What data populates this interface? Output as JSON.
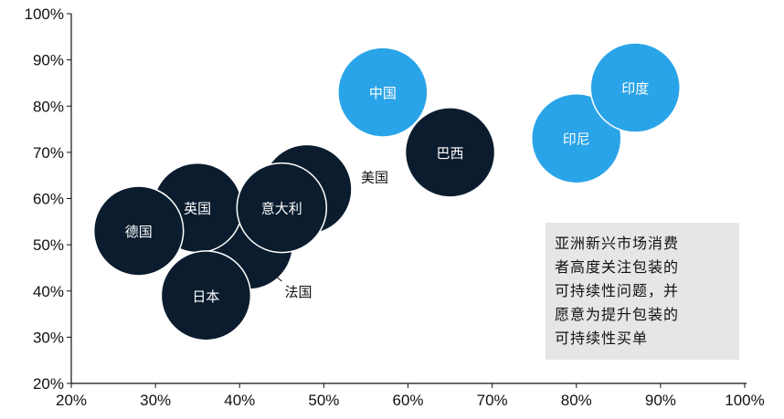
{
  "chart_data": {
    "type": "scatter",
    "xlim": [
      0.2,
      1.0
    ],
    "ylim": [
      0.2,
      1.0
    ],
    "x_ticks": [
      "20%",
      "30%",
      "40%",
      "50%",
      "60%",
      "70%",
      "80%",
      "90%",
      "100%"
    ],
    "y_ticks": [
      "20%",
      "30%",
      "40%",
      "50%",
      "60%",
      "70%",
      "80%",
      "90%",
      "100%"
    ],
    "grid": false,
    "points": [
      {
        "label": "美国",
        "x": 0.48,
        "y": 0.62,
        "color": "#0b1c2e",
        "label_position": "outside-right"
      },
      {
        "label": "法国",
        "x": 0.41,
        "y": 0.5,
        "color": "#0b1c2e",
        "label_position": "outside-below-right"
      },
      {
        "label": "英国",
        "x": 0.35,
        "y": 0.58,
        "color": "#0b1c2e",
        "label_position": "inside"
      },
      {
        "label": "德国",
        "x": 0.28,
        "y": 0.53,
        "color": "#0b1c2e",
        "label_position": "inside"
      },
      {
        "label": "日本",
        "x": 0.36,
        "y": 0.39,
        "color": "#0b1c2e",
        "label_position": "inside"
      },
      {
        "label": "意大利",
        "x": 0.45,
        "y": 0.58,
        "color": "#0b1c2e",
        "label_position": "inside"
      },
      {
        "label": "巴西",
        "x": 0.65,
        "y": 0.7,
        "color": "#0b1c2e",
        "label_position": "inside"
      },
      {
        "label": "中国",
        "x": 0.57,
        "y": 0.83,
        "color": "#2aa4e8",
        "label_position": "inside"
      },
      {
        "label": "印尼",
        "x": 0.8,
        "y": 0.73,
        "color": "#2aa4e8",
        "label_position": "inside"
      },
      {
        "label": "印度",
        "x": 0.87,
        "y": 0.84,
        "color": "#2aa4e8",
        "label_position": "inside"
      }
    ]
  },
  "annotation": {
    "lines": [
      "亚洲新兴市场消费",
      "者高度关注包装的",
      "可持续性问题，并",
      "愿意为提升包装的",
      "可持续性买单"
    ],
    "background": "#e6e6e6"
  }
}
